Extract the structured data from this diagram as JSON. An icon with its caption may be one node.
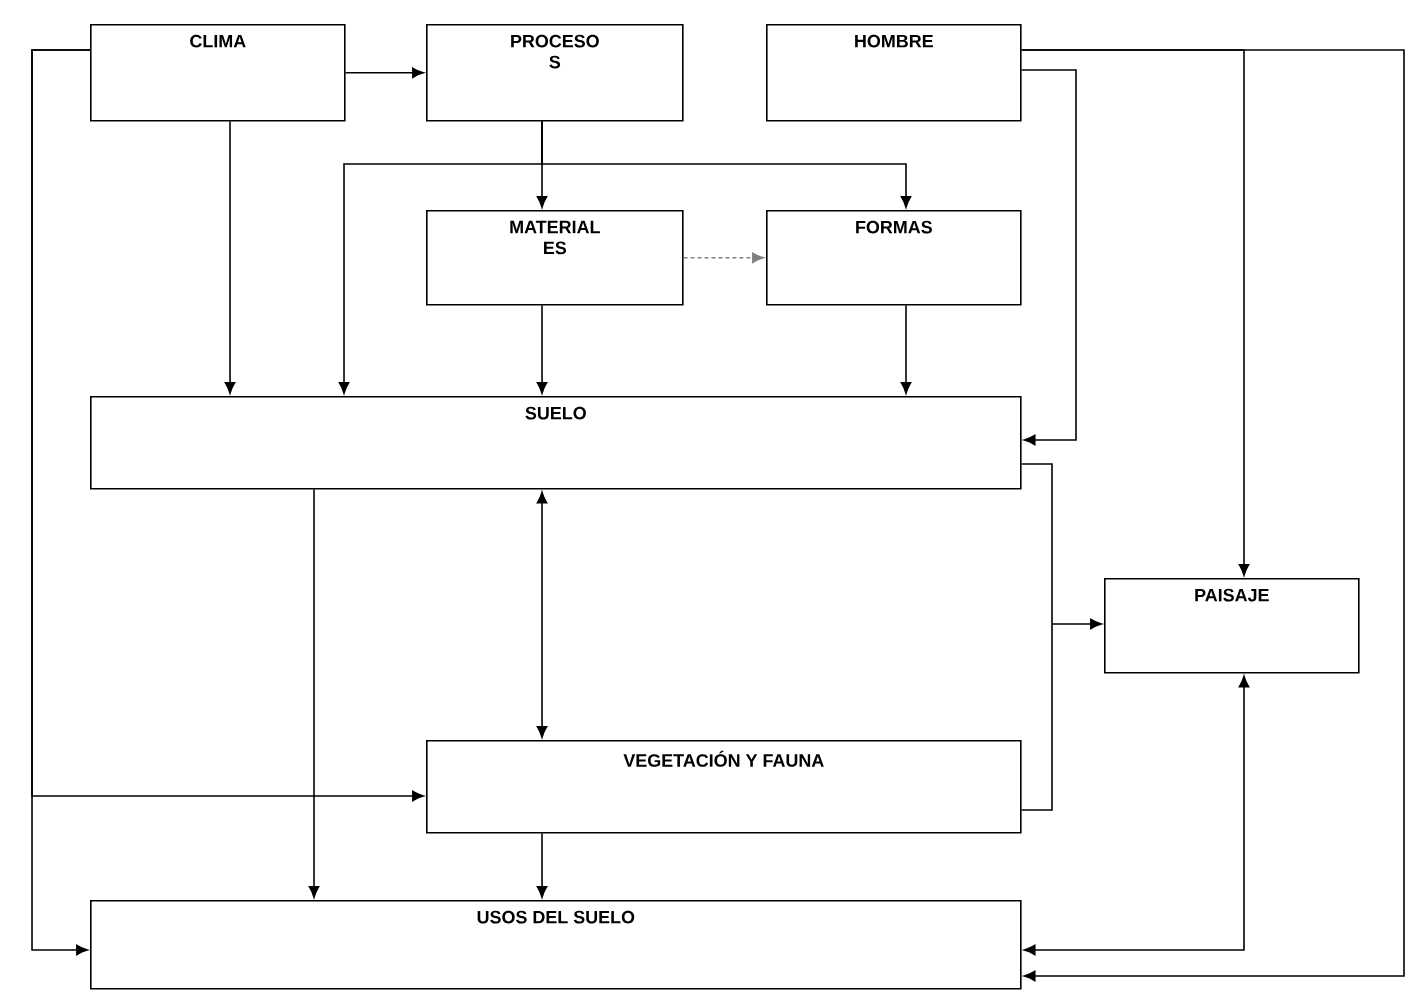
{
  "diagram": {
    "nodes": [
      {
        "text": [
          "CLIMA"
        ]
      },
      {
        "text": [
          "PROCESO S"
        ]
      },
      {
        "text": [
          "HOMBRE"
        ]
      },
      {
        "text": [
          "MATERIAL ES"
        ]
      },
      {
        "text": [
          "FORMAS"
        ]
      },
      {
        "text": [
          "SUELO"
        ]
      },
      {
        "text": [
          "PAISAJE"
        ]
      },
      {
        "text": [
          "VEGETACIÓN Y FAUNA"
        ]
      },
      {
        "text": [
          "USOS DEL SUELO"
        ]
      }
    ],
    "edges": [
      {
        "from": 0,
        "to": 1,
        "arrow": "to"
      },
      {
        "from": 0,
        "to": 5,
        "arrow": "to"
      },
      {
        "from": 0,
        "to": 7,
        "arrow": "to"
      },
      {
        "from": 0,
        "to": 8,
        "arrow": "to"
      },
      {
        "from": 1,
        "to": 3,
        "arrow": "to"
      },
      {
        "from": 1,
        "to": 5,
        "arrow": "to"
      },
      {
        "from": 1,
        "to": 4,
        "arrow": "to"
      },
      {
        "from": 3,
        "to": 4,
        "arrow": "to",
        "style": "dashed",
        "color": "#808080"
      },
      {
        "from": 3,
        "to": 5,
        "arrow": "to"
      },
      {
        "from": 4,
        "to": 5,
        "arrow": "to"
      },
      {
        "from": 2,
        "to": 5,
        "arrow": "to"
      },
      {
        "from": 2,
        "to": 6,
        "arrow": "to"
      },
      {
        "from": 2,
        "to": 8,
        "arrow": "to"
      },
      {
        "from": 5,
        "to": 6,
        "arrow": "to"
      },
      {
        "from": 7,
        "to": 6,
        "arrow": "to"
      },
      {
        "from": 5,
        "to": 7,
        "arrow": "both"
      },
      {
        "from": 5,
        "to": 8,
        "arrow": "to"
      },
      {
        "from": 7,
        "to": 8,
        "arrow": "to"
      },
      {
        "from": 6,
        "to": 8,
        "arrow": "both"
      }
    ]
  }
}
